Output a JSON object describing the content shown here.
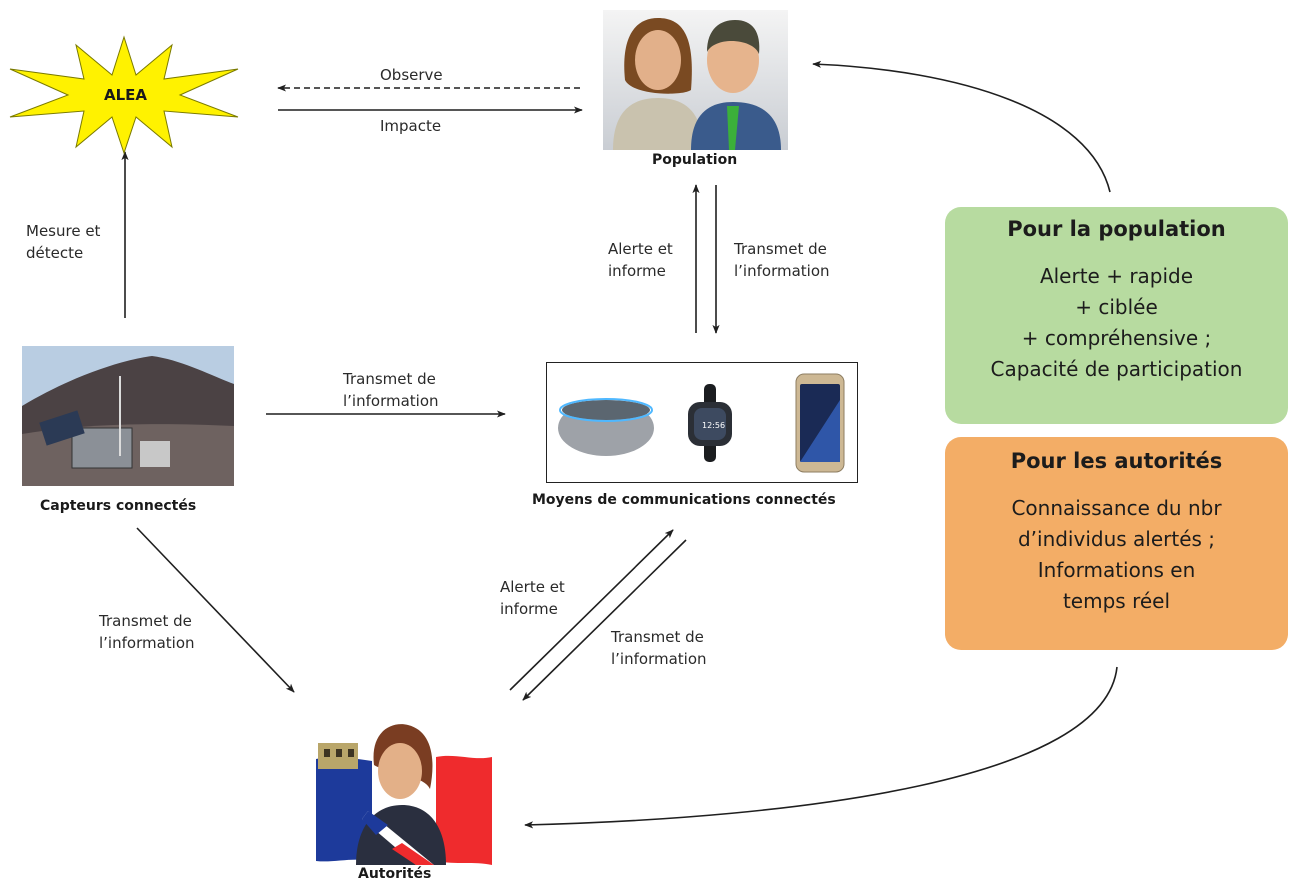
{
  "nodes": {
    "alea": "ALEA",
    "population": "Population",
    "capteurs": "Capteurs connectés",
    "moyens": "Moyens de communications connectés",
    "autorites": "Autorités"
  },
  "edges": {
    "observe": "Observe",
    "impacte": "Impacte",
    "mesure": "Mesure et\ndétecte",
    "pop_alerte": "Alerte et\ninforme",
    "pop_transmet": "Transmet de\nl’information",
    "capt_moyens": "Transmet de\nl’information",
    "capt_auto": "Transmet de\nl’information",
    "auto_alerte": "Alerte et\ninforme",
    "auto_transmet": "Transmet de\nl’information"
  },
  "boxes": {
    "population": {
      "title": "Pour la population",
      "body": "Alerte + rapide\n+ ciblée\n+ compréhensive ;\nCapacité de participation",
      "color": "#b7dba0"
    },
    "autorites": {
      "title": "Pour les autorités",
      "body": "Connaissance du nbr\nd’individus alertés ;\nInformations en\ntemps réel",
      "color": "#f3ad66"
    }
  },
  "colors": {
    "star_fill": "#fff200",
    "arrow": "#1f1f1f"
  }
}
